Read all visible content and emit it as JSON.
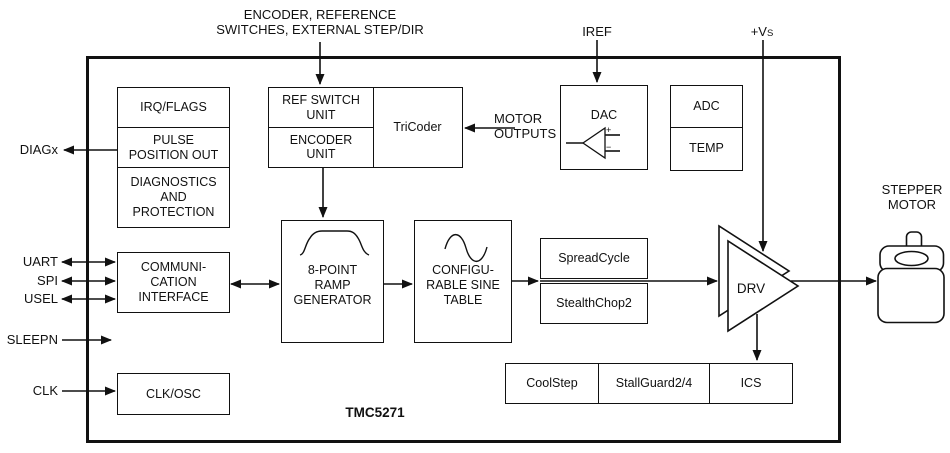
{
  "chip": {
    "name": "TMC5271"
  },
  "colors": {
    "line": "#111111",
    "background": "#ffffff"
  },
  "external": {
    "top_input": "ENCODER, REFERENCE\nSWITCHES, EXTERNAL STEP/DIR",
    "iref": "IREF",
    "vs_main": "+V",
    "vs_sub": "S",
    "stepper_motor": "STEPPER\nMOTOR",
    "motor_outputs": "MOTOR\nOUTPUTS",
    "diagx": "DIAGx",
    "uart": "UART",
    "spi": "SPI",
    "usel": "USEL",
    "sleepn": "SLEEPN",
    "clk": "CLK"
  },
  "blocks": {
    "irq_flags": "IRQ/FLAGS",
    "pulse_position_out": "PULSE\nPOSITION OUT",
    "diagnostics_protection": "DIAGNOSTICS\nAND\nPROTECTION",
    "communication_interface": "COMMUNI-\nCATION\nINTERFACE",
    "clk_osc": "CLK/OSC",
    "ref_switch_unit": "REF SWITCH\nUNIT",
    "encoder_unit": "ENCODER\nUNIT",
    "tricoder": "TriCoder",
    "dac": "DAC",
    "adc": "ADC",
    "temp": "TEMP",
    "ramp_generator": "8-POINT\nRAMP\nGENERATOR",
    "sine_table": "CONFIGU-\nRABLE SINE\nTABLE",
    "spreadcycle": "SpreadCycle",
    "stealthchop2": "StealthChop2",
    "coolstep": "CoolStep",
    "stallguard": "StallGuard2/4",
    "ics": "ICS",
    "drv": "DRV"
  },
  "icons": {
    "opamp_plus": "+",
    "opamp_minus": "−"
  }
}
